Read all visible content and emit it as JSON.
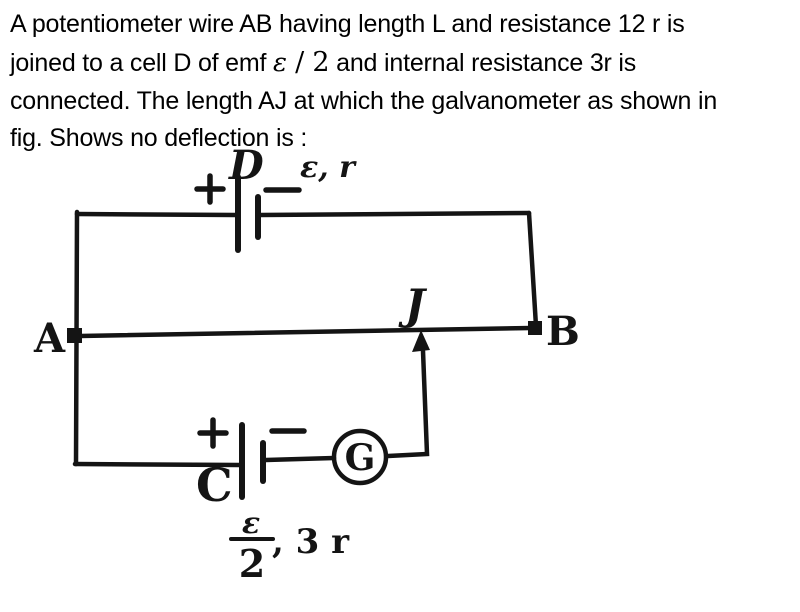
{
  "question": {
    "line1": "A potentiometer wire AB having length L and resistance 12 r is",
    "line2_pre": "joined to a cell D of emf ",
    "line2_math_epsilon": "ε",
    "line2_math_rest": " / 2",
    "line2_post": " and internal resistance 3r is",
    "line3": "connected. The length AJ at which the galvanometer as shown in",
    "line4": "fig. Shows no deflection is :"
  },
  "diagram": {
    "colors": {
      "ink": "#141414",
      "background": "#ffffff"
    },
    "labels": {
      "cell_top_name": "D",
      "cell_top_params": "ε, r",
      "terminal_a": "A",
      "terminal_b": "B",
      "jockey_point": "J",
      "cell_bottom_name": "C",
      "galvanometer": "G",
      "cell_bottom_emf_numerator": "ε",
      "cell_bottom_emf_denominator": "2",
      "cell_bottom_params_suffix": ", 3 r"
    }
  }
}
